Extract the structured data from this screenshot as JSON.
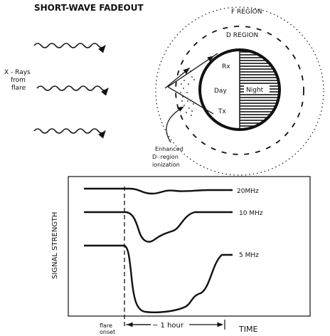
{
  "title": "SHORT-WAVE FADEOUT",
  "diagram": {
    "regions": {
      "f": "F REGION",
      "d": "D REGION"
    },
    "earth": {
      "rx": "Rx",
      "tx": "Tx",
      "day": "Day",
      "night": "Night"
    },
    "xray_label": [
      "X - Rays",
      "from",
      "flare"
    ],
    "enhanced_label": [
      "Enhanced",
      "D- region",
      "ionization"
    ]
  },
  "chart": {
    "y_label": "SIGNAL STRENGTH",
    "x_label": "TIME",
    "flare_label": [
      "flare",
      "onset"
    ],
    "hour_label": "~ 1 hour",
    "series": [
      {
        "name": "20MHz"
      },
      {
        "name": "10 MHz"
      },
      {
        "name": "5 MHz"
      }
    ]
  }
}
